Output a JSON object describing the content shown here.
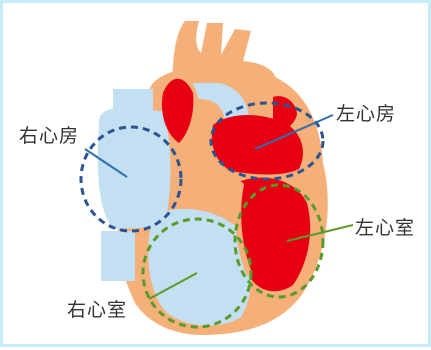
{
  "labels": {
    "right_atrium": "右心房",
    "left_atrium": "左心房",
    "left_ventricle": "左心室",
    "right_ventricle": "右心室"
  },
  "colors": {
    "frame_border": "#c6ecf7",
    "heart_outer": "#f5b07a",
    "right_side_blood": "#c2e0f2",
    "left_side_blood": "#e60012",
    "atrium_outline": "#2b5490",
    "ventricle_outline": "#5a9a2a",
    "pointer_blue": "#2f6fae",
    "pointer_green": "#5a9a2a"
  }
}
